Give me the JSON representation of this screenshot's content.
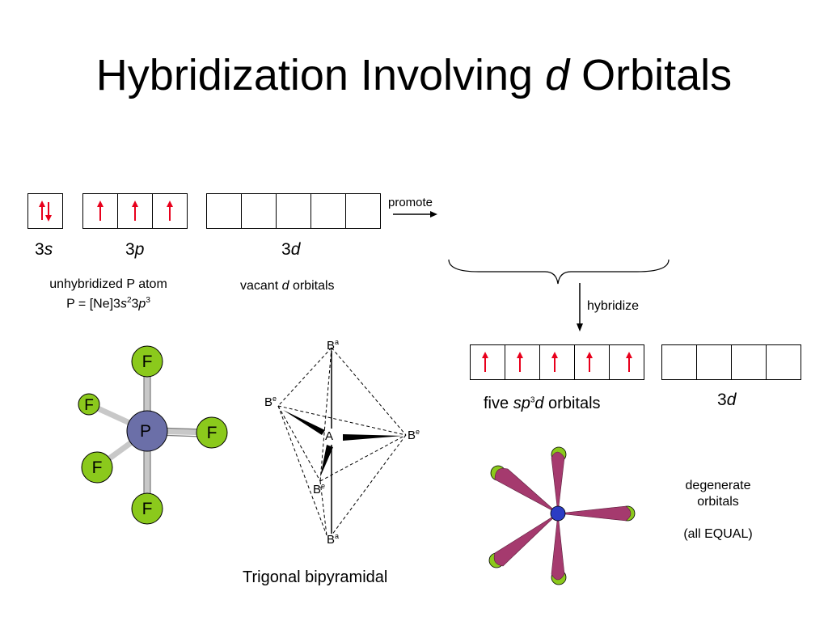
{
  "title": {
    "pre": "Hybridization Involving ",
    "italic": "d",
    "post": " Orbitals"
  },
  "unhybridized": {
    "s_label": {
      "num": "3",
      "letter": "s"
    },
    "p_label": {
      "num": "3",
      "letter": "p"
    },
    "d_label": {
      "num": "3",
      "letter": "d"
    },
    "desc_line1": "unhybridized P atom",
    "config": {
      "prefix": "P = [Ne]3",
      "s": "s",
      "exp1": "2",
      "mid": "3",
      "p": "p",
      "exp2": "3"
    },
    "vacant": {
      "pre": "vacant ",
      "italic": "d",
      "post": " orbitals"
    }
  },
  "promote_label": "promote",
  "hybridize_label": "hybridize",
  "hybrid": {
    "label": {
      "pre": "five ",
      "sp": "sp",
      "exp": "3",
      "d": "d",
      "post": " orbitals"
    },
    "d_label": {
      "num": "3",
      "letter": "d"
    }
  },
  "pf5": {
    "center": "P",
    "ligand": "F"
  },
  "geometry": {
    "caption": "Trigonal bipyramidal",
    "center": "A",
    "axial": {
      "base": "B",
      "sup": "a"
    },
    "equatorial": {
      "base": "B",
      "sup": "e"
    }
  },
  "degenerate": {
    "line1": "degenerate",
    "line2": "orbitals",
    "line3": "(all EQUAL)"
  },
  "colors": {
    "arrow": "#e8001c",
    "phosphorus": "#6b6fa8",
    "fluorine": "#8bc91c",
    "lobe": "#a53a6e",
    "nucleus": "#2b3cc4"
  }
}
